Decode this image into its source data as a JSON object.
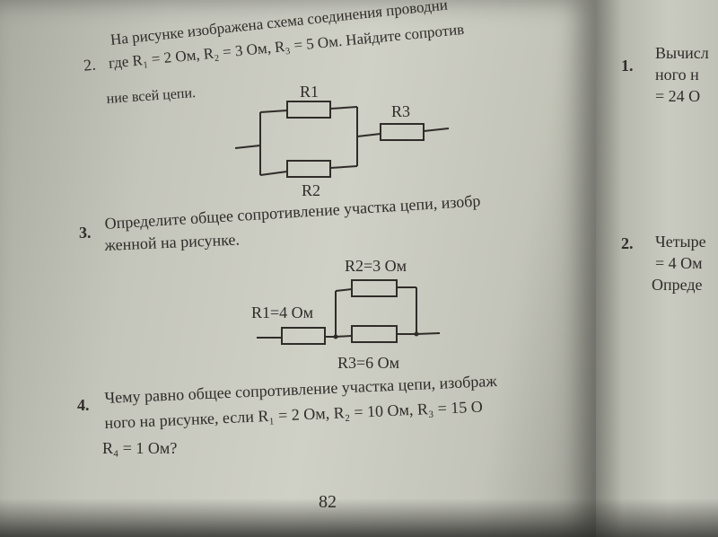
{
  "left_page": {
    "problem2": {
      "number": "2.",
      "line1": "На рисунке изображена схема соединения проводни",
      "line2": "где R₁ = 2 Ом, R₂ = 3 Ом, R₃ = 5 Ом. Найдите сопротив",
      "line3": "ние всей цепи.",
      "diagram": {
        "r1": "R1",
        "r2": "R2",
        "r3": "R3"
      }
    },
    "problem3": {
      "number": "3.",
      "line1": "Определите общее сопротивление участка цепи, изобр",
      "line2": "женной на рисунке.",
      "diagram": {
        "r1": "R1=4 Ом",
        "r2": "R2=3 Ом",
        "r3": "R3=6 Ом"
      }
    },
    "problem4": {
      "number": "4.",
      "line1": "Чему равно общее сопротивление участка цепи, изображ",
      "line2": "ного на рисунке, если R₁ = 2 Ом, R₂ = 10 Ом, R₃ = 15 О",
      "line3": "R₄ = 1 Ом?"
    },
    "page_number": "82"
  },
  "right_page": {
    "item1": {
      "number": "1.",
      "line1": "Вычисл",
      "line2": "ного н",
      "line3": "= 24 О"
    },
    "item2": {
      "number": "2.",
      "line1": "Четыре",
      "line2": "= 4 Ом",
      "line3": "Опреде"
    }
  }
}
